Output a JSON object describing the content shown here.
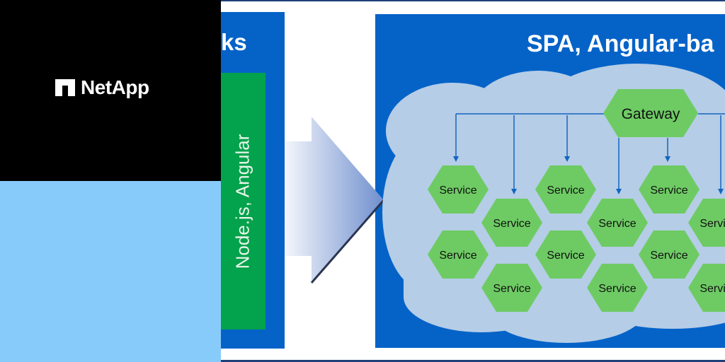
{
  "brand": {
    "logo_text": "NetApp",
    "logo_icon": "netapp-logo-mark"
  },
  "left_panel": {
    "title_fragment": "ks",
    "stack_label": "Node.js, Angular"
  },
  "transition_arrow": {
    "icon": "arrow-right-icon"
  },
  "right_panel": {
    "title_fragment": "SPA, Angular-ba",
    "gateway_label": "Gateway",
    "services": [
      {
        "label": "Service"
      },
      {
        "label": "Service"
      },
      {
        "label": "Service"
      },
      {
        "label": "Service"
      },
      {
        "label": "Service"
      },
      {
        "label": "Service"
      },
      {
        "label": "Service"
      },
      {
        "label": "Service"
      },
      {
        "label": "Service"
      },
      {
        "label": "Service"
      },
      {
        "label": "Service"
      },
      {
        "label": "Service"
      }
    ]
  },
  "colors": {
    "panel_blue": "#0563c8",
    "green_bar": "#03a24c",
    "hex_green": "#6ecb64",
    "cloud": "#b5cde6",
    "connector": "#1565c0",
    "left_light_blue": "#87cbfb"
  }
}
